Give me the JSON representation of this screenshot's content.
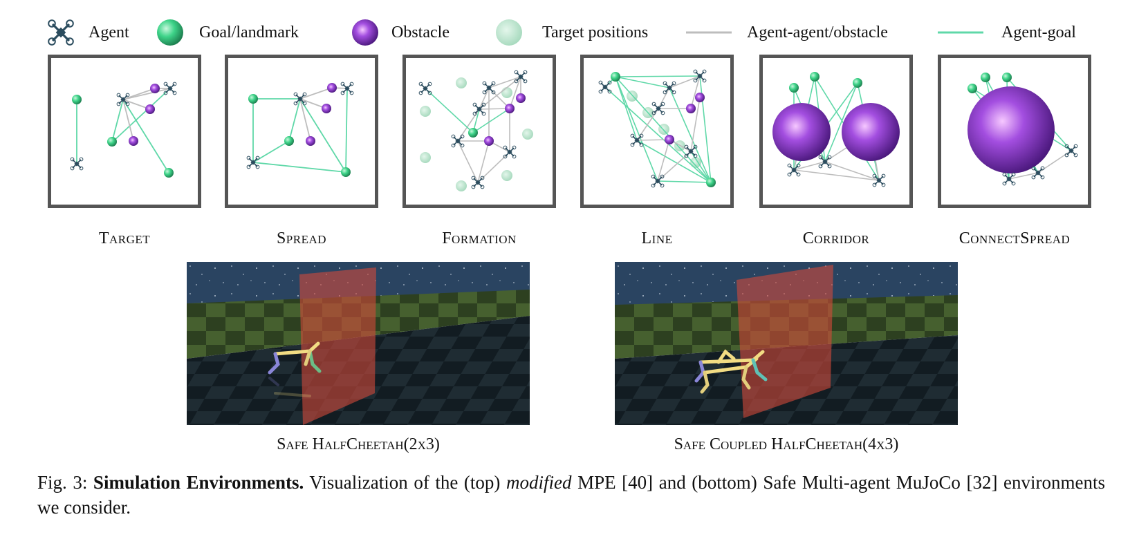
{
  "legend": {
    "agent": "Agent",
    "goal": "Goal/landmark",
    "obstacle": "Obstacle",
    "target": "Target positions",
    "agent_agent": "Agent-agent/obstacle",
    "agent_goal": "Agent-goal"
  },
  "panels": [
    {
      "caption": "Target"
    },
    {
      "caption": "Spread"
    },
    {
      "caption": "Formation"
    },
    {
      "caption": "Line"
    },
    {
      "caption": "Corridor"
    },
    {
      "caption": "ConnectSpread"
    }
  ],
  "scenes": [
    {
      "caption": "Safe HalfCheetah(2x3)"
    },
    {
      "caption": "Safe Coupled HalfCheetah(4x3)"
    }
  ],
  "figure": {
    "label": "Fig. 3:",
    "title": "Simulation Environments.",
    "text_1": "Visualization of the (top)",
    "emph": "modified",
    "text_2": "MPE [40] and (bottom) Safe Multi-agent MuJoCo [32] environments we consider."
  },
  "colors": {
    "goal": "#3ed489",
    "obstacle": "#7a2fc0",
    "target": "#a6dfc0",
    "agent_agent_edge": "#bdbdbd",
    "agent_goal_edge": "#5fd8a8",
    "agent_icon": "#2b4c5e",
    "wall": "#d24a3a"
  }
}
